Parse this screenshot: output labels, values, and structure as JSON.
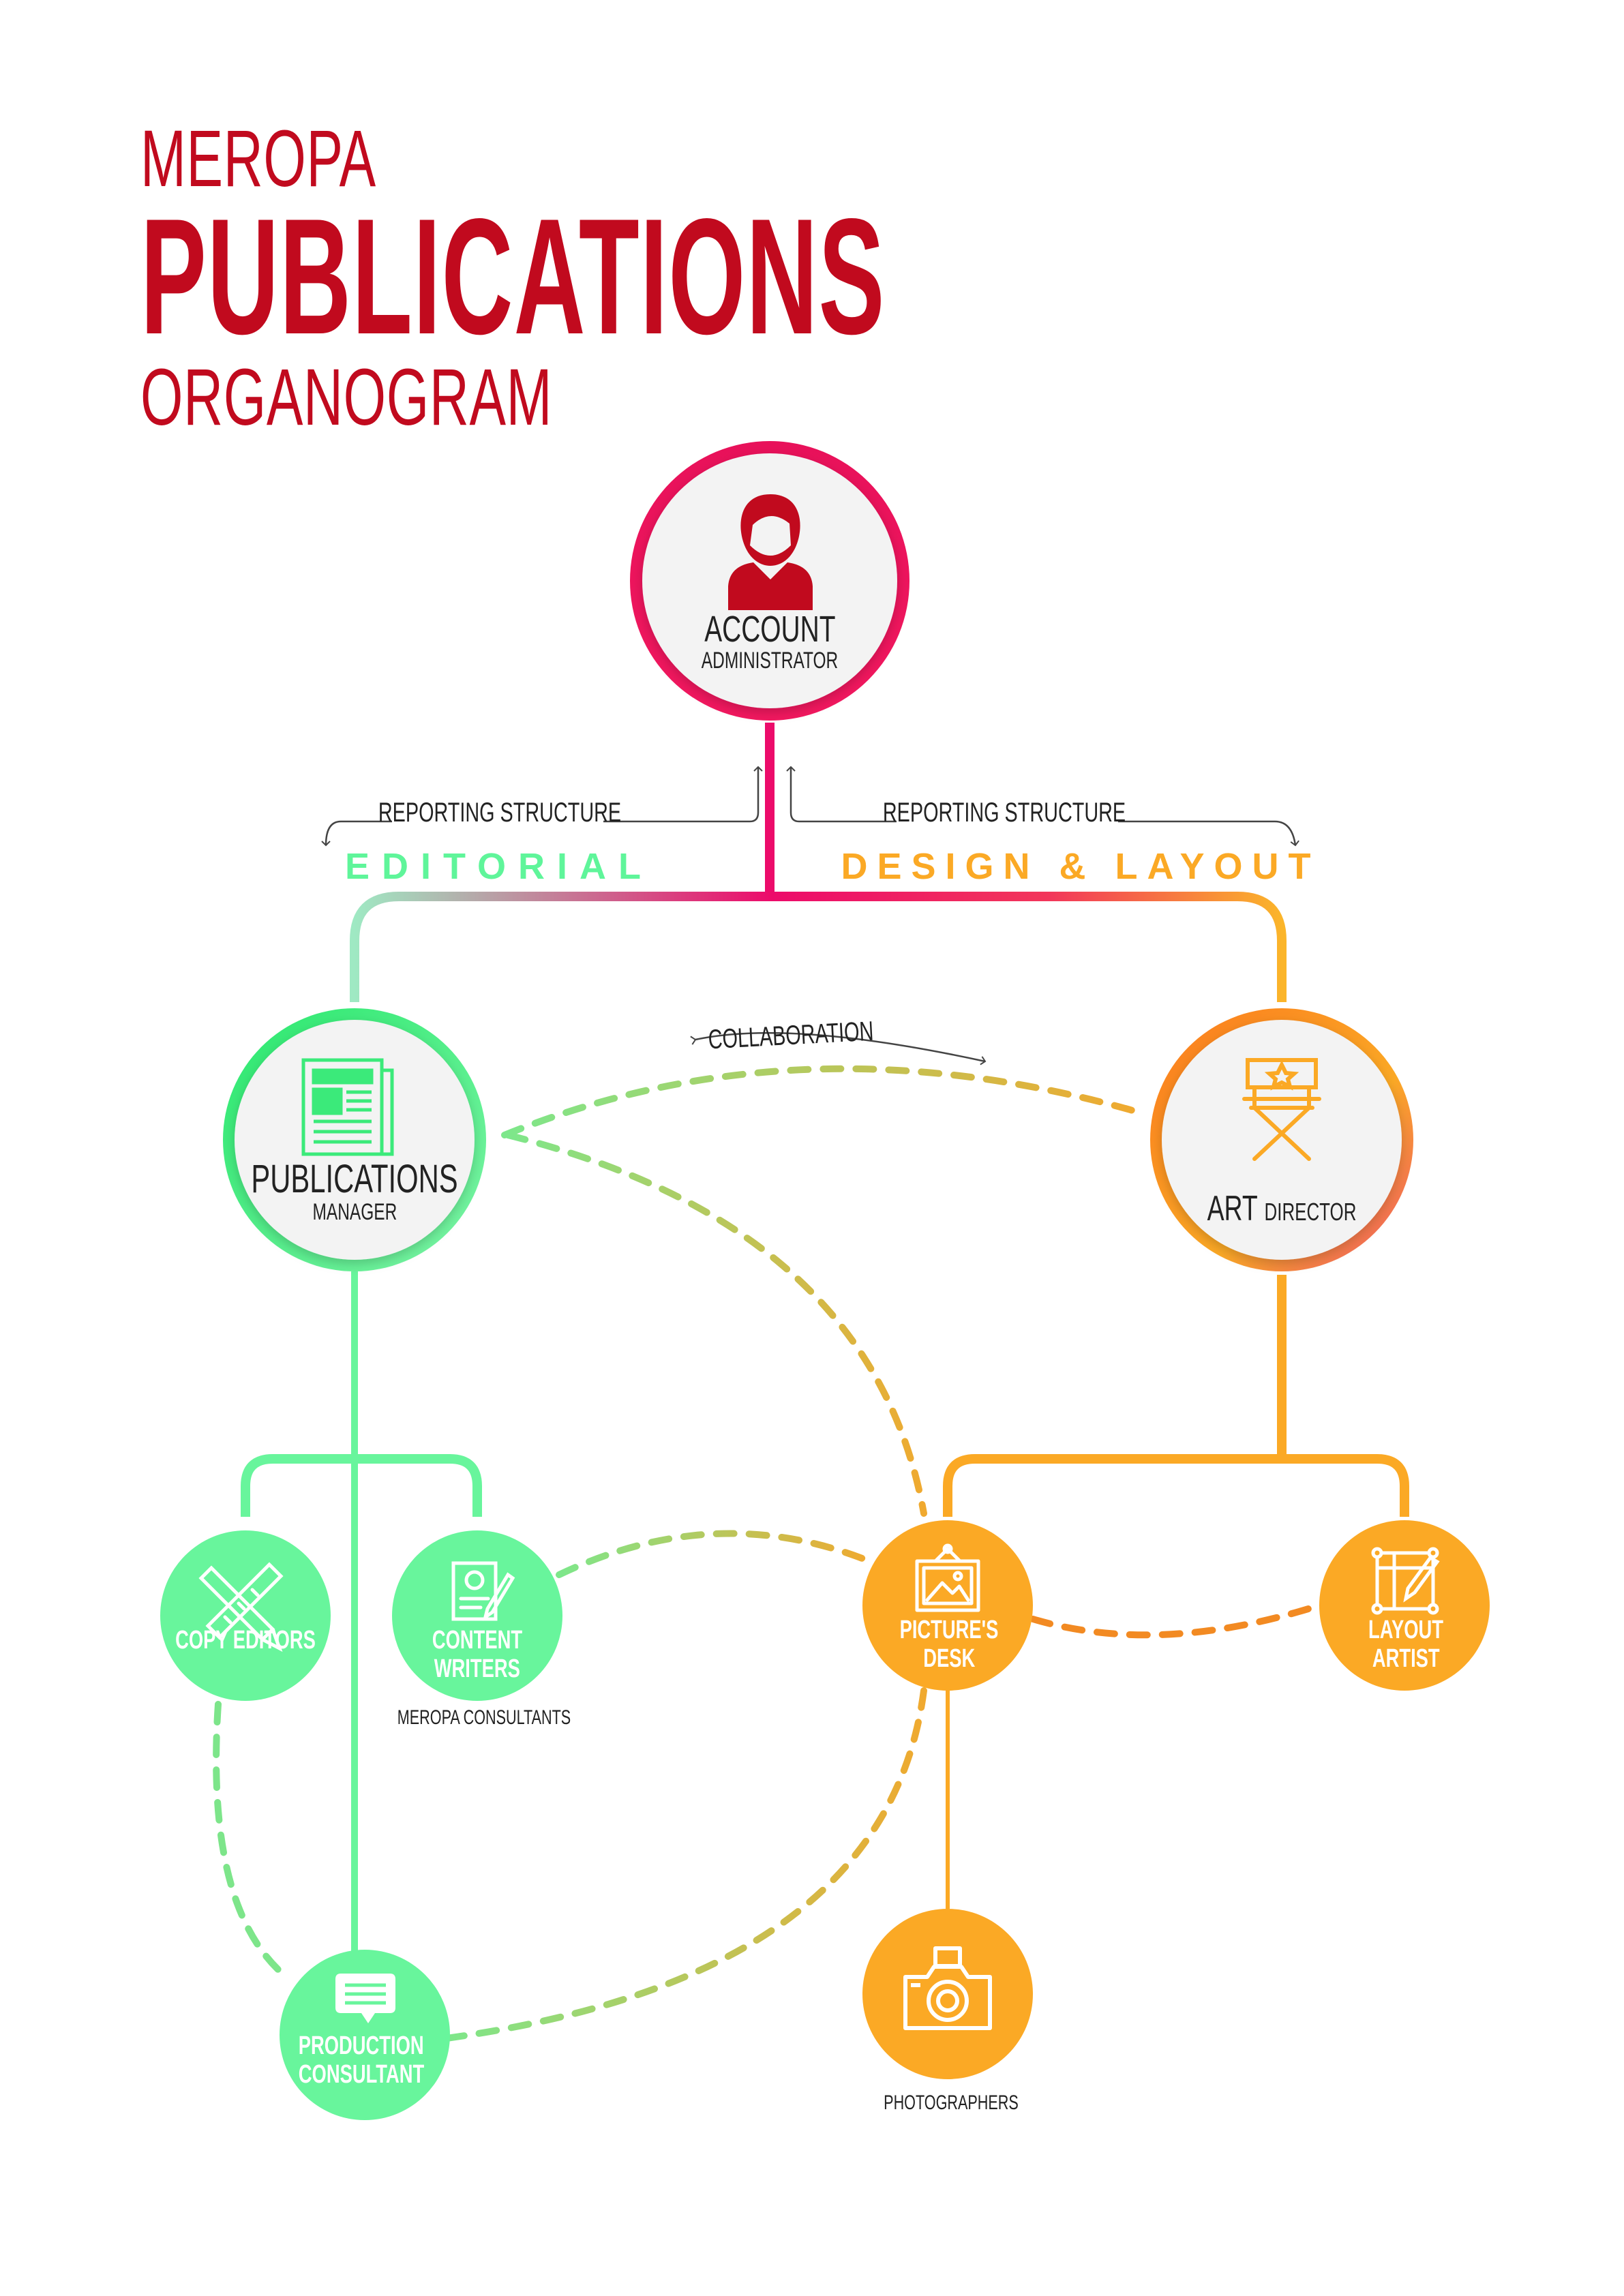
{
  "title": {
    "line1": "MEROPA",
    "line2": "PUBLICATIONS",
    "line3": "ORGANOGRAM"
  },
  "colors": {
    "title_red": "#c10a1e",
    "admin_pink": "#ec0b6a",
    "editorial_green": "#5ff59a",
    "design_orange": "#fba925",
    "arrow_gray": "#444444"
  },
  "reporting": {
    "left_caption": "REPORTING STRUCTURE",
    "left_branch": "EDITORIAL",
    "right_caption": "REPORTING STRUCTURE",
    "right_branch": "DESIGN & LAYOUT"
  },
  "collaboration_label": "COLLABORATION",
  "nodes": {
    "account_admin": {
      "line1": "ACCOUNT",
      "line2": "ADMINISTRATOR",
      "icon": "person-icon"
    },
    "publications_manager": {
      "line1": "PUBLICATIONS",
      "line2": "MANAGER",
      "icon": "newspaper-icon"
    },
    "art_director": {
      "line1": "ART",
      "line2": "DIRECTOR",
      "icon": "director-chair-icon"
    },
    "copy_editors": {
      "line1": "COPY EDITORS",
      "icon": "pencil-ruler-icon"
    },
    "content_writers": {
      "line1": "CONTENT",
      "line2": "WRITERS",
      "caption": "MEROPA CONSULTANTS",
      "icon": "resume-document-icon"
    },
    "pictures_desk": {
      "line1": "PICTURE'S",
      "line2": "DESK",
      "icon": "picture-frame-icon"
    },
    "layout_artist": {
      "line1": "LAYOUT",
      "line2": "ARTIST",
      "icon": "layout-grid-icon"
    },
    "production_consultant": {
      "line1": "PRODUCTION",
      "line2": "CONSULTANT",
      "icon": "chat-bubble-icon"
    },
    "photographers": {
      "caption": "PHOTOGRAPHERS",
      "icon": "camera-icon"
    }
  }
}
